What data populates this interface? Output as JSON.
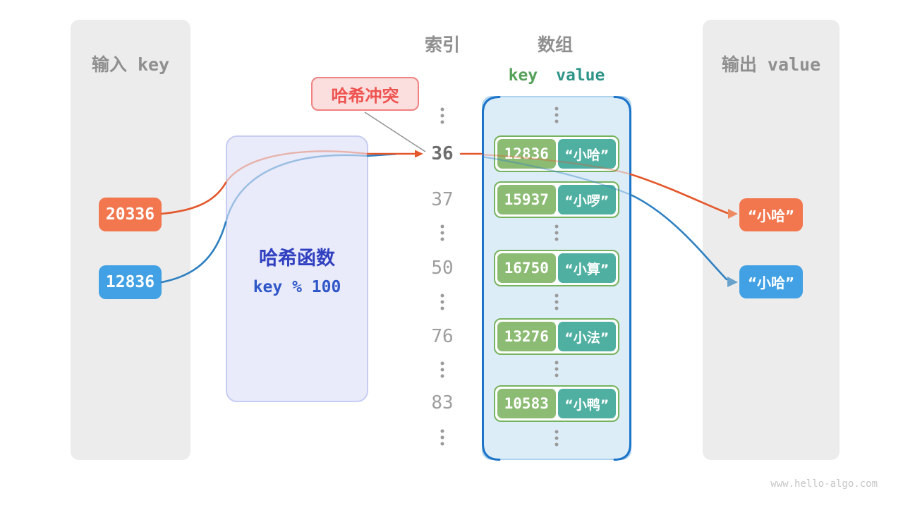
{
  "titles": {
    "input": "输入 key",
    "index": "索引",
    "array": "数组",
    "output": "输出 value"
  },
  "input_panel": {
    "keys": [
      {
        "value": "20336",
        "color": "#f2764e"
      },
      {
        "value": "12836",
        "color": "#42a1e4"
      }
    ]
  },
  "hash_function": {
    "name": "哈希函数",
    "formula": "key % 100"
  },
  "collision_label": {
    "text": "哈希冲突"
  },
  "index_column": {
    "values": [
      "36",
      "37",
      "50",
      "76",
      "83"
    ],
    "highlighted": "36"
  },
  "array": {
    "header_key": "key",
    "header_value": "value",
    "rows": [
      {
        "key": "12836",
        "value": "“小哈”"
      },
      {
        "key": "15937",
        "value": "“小啰”"
      },
      {
        "key": "16750",
        "value": "“小算”"
      },
      {
        "key": "13276",
        "value": "“小法”"
      },
      {
        "key": "10583",
        "value": "“小鸭”"
      }
    ]
  },
  "output_panel": {
    "values": [
      {
        "value": "“小哈”",
        "color": "#f2764e"
      },
      {
        "value": "“小哈”",
        "color": "#42a1e4"
      }
    ]
  },
  "watermark": "www.hello-algo.com",
  "colors": {
    "accent_orange": "#e4572b",
    "accent_blue": "#2d7fc1",
    "box_orange": "#f2764e",
    "box_blue": "#42a1e4",
    "key_green": "#8cbb73",
    "value_teal": "#4fb0a1",
    "row_border_green": "#76b35e",
    "array_fill": "#ddedf8",
    "array_border_blue": "#1b74c8",
    "hash_fill": "#e9ebfa",
    "hash_text_blue": "#3040c0",
    "collision_red": "#ee5350",
    "collision_fill": "#fbdede",
    "panel_gray": "#ececec",
    "label_gray": "#8f8f8f"
  }
}
